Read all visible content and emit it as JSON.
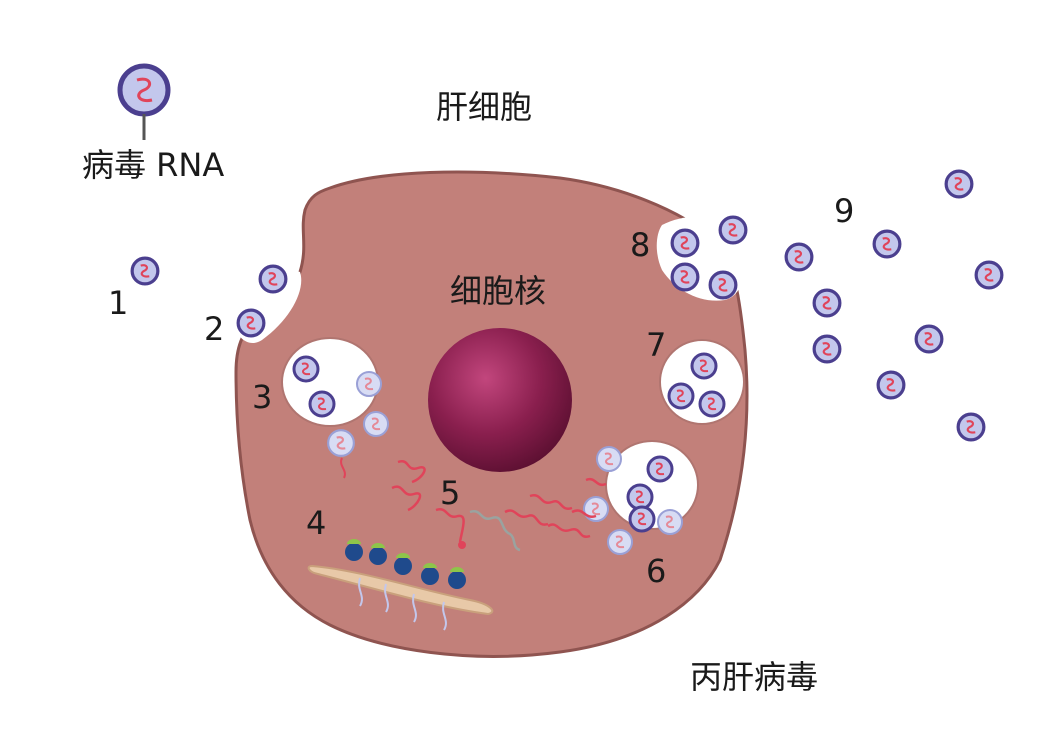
{
  "labels": {
    "viral_rna": "病毒 RNA",
    "hepatocyte": "肝细胞",
    "nucleus": "细胞核",
    "hcv": "丙肝病毒"
  },
  "steps": [
    "1",
    "2",
    "3",
    "4",
    "5",
    "6",
    "7",
    "8",
    "9"
  ],
  "colors": {
    "cell_body": "#c2807a",
    "cell_edge": "#8f5450",
    "nucleus": "#8a1f4e",
    "virion_fill": "#c3c7ec",
    "virion_edge": "#4b3f8f",
    "rna": "#e0445a",
    "ribosome": "#1f4a8c",
    "ribosome_cap": "#8ec54a",
    "vesicle": "#ffffff"
  }
}
